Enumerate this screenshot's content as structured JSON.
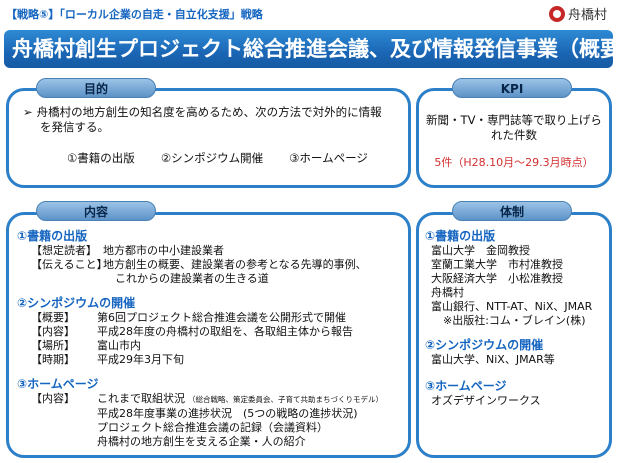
{
  "header": {
    "label": "【戦略⑤】「ローカル企業の自走・自立化支援」戦略",
    "logo_text": "舟橋村",
    "title": "舟橋村創生プロジェクト総合推進会議、及び情報発信事業（概要）"
  },
  "purpose": {
    "heading": "目的",
    "bullet": "➢",
    "line1": "舟橋村の地方創生の知名度を高めるため、次の方法で対外的に情報",
    "line2": "を発信する。",
    "methods": [
      "①書籍の出版",
      "②シンポジウム開催",
      "③ホームページ"
    ]
  },
  "kpi": {
    "heading": "KPI",
    "line1": "新聞・TV・専門誌等で取り上げら",
    "line2": "れた件数",
    "value": "5件（H28.10月～29.3月時点）"
  },
  "content": {
    "heading": "内容",
    "book": {
      "title": "①書籍の出版",
      "rows": [
        {
          "k": "【想定読者】",
          "v": "地方都市の中小建設業者"
        },
        {
          "k": "【伝えること】",
          "v": "地方創生の概要、建設業者の参考となる先導的事例、"
        },
        {
          "k": "",
          "v": "これからの建設業者の生きる道"
        }
      ]
    },
    "symposium": {
      "title": "②シンポジウムの開催",
      "rows": [
        {
          "k": "【概要】",
          "v": "第6回プロジェクト総合推進会議を公開形式で開催"
        },
        {
          "k": "【内容】",
          "v": "平成28年度の舟橋村の取組を、各取組主体から報告"
        },
        {
          "k": "【場所】",
          "v": "富山市内"
        },
        {
          "k": "【時期】",
          "v": "平成29年3月下旬"
        }
      ]
    },
    "homepage": {
      "title": "③ホームページ",
      "key": "【内容】",
      "item1": "これまで取組状況",
      "item1_note": "（総合戦略、策定委員会、子育て共助まちづくりモデル）",
      "item2": "平成28年度事業の進捗状況　(5つの戦略の進捗状況)",
      "item3": "プロジェクト総合推進会議の記録（会議資料）",
      "item4": "舟橋村の地方創生を支える企業・人の紹介"
    }
  },
  "system": {
    "heading": "体制",
    "book": {
      "title": "①書籍の出版",
      "lines": [
        "富山大学　金岡教授",
        "室蘭工業大学　市村准教授",
        "大阪経済大学　小松准教授",
        "舟橋村",
        "富山銀行、NTT-AT、NiX、JMAR",
        "※出版社:コム・ブレイン(株)"
      ]
    },
    "symposium": {
      "title": "②シンポジウムの開催",
      "line": "富山大学、NiX、JMAR等"
    },
    "homepage": {
      "title": "③ホームページ",
      "line": "オズデザインワークス"
    }
  }
}
